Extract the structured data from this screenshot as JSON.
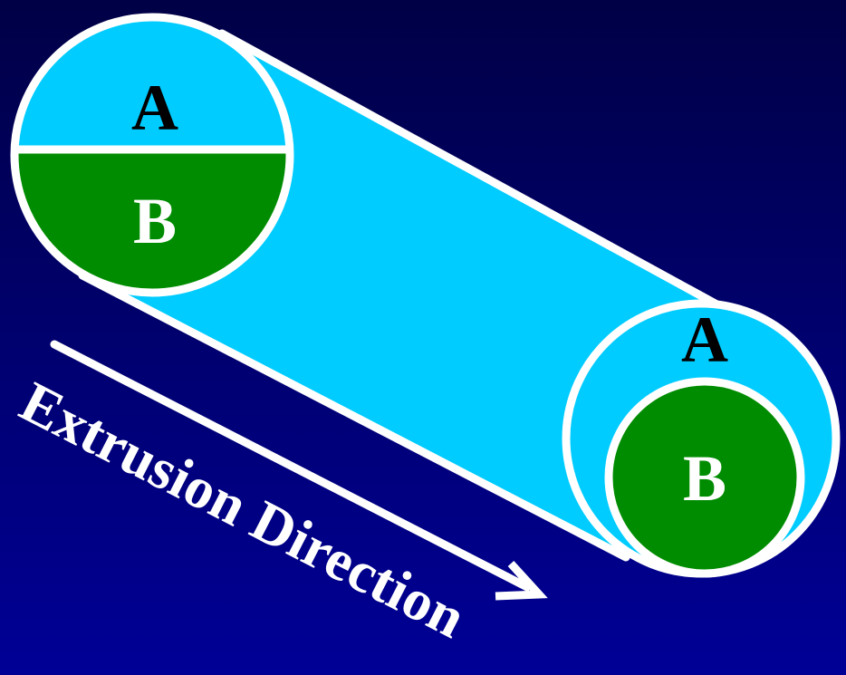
{
  "diagram": {
    "left_end": {
      "top_region_label": "A",
      "bottom_region_label": "B"
    },
    "right_end": {
      "outer_region_label": "A",
      "inner_region_label": "B"
    },
    "arrow": {
      "label": "Extrusion Direction"
    }
  },
  "colors": {
    "background_top": "#000046",
    "background_bottom": "#000096",
    "cyan": "#00ccff",
    "green": "#008c00",
    "outline": "#ffffff",
    "text_dark": "#000000",
    "text_light": "#ffffff"
  }
}
